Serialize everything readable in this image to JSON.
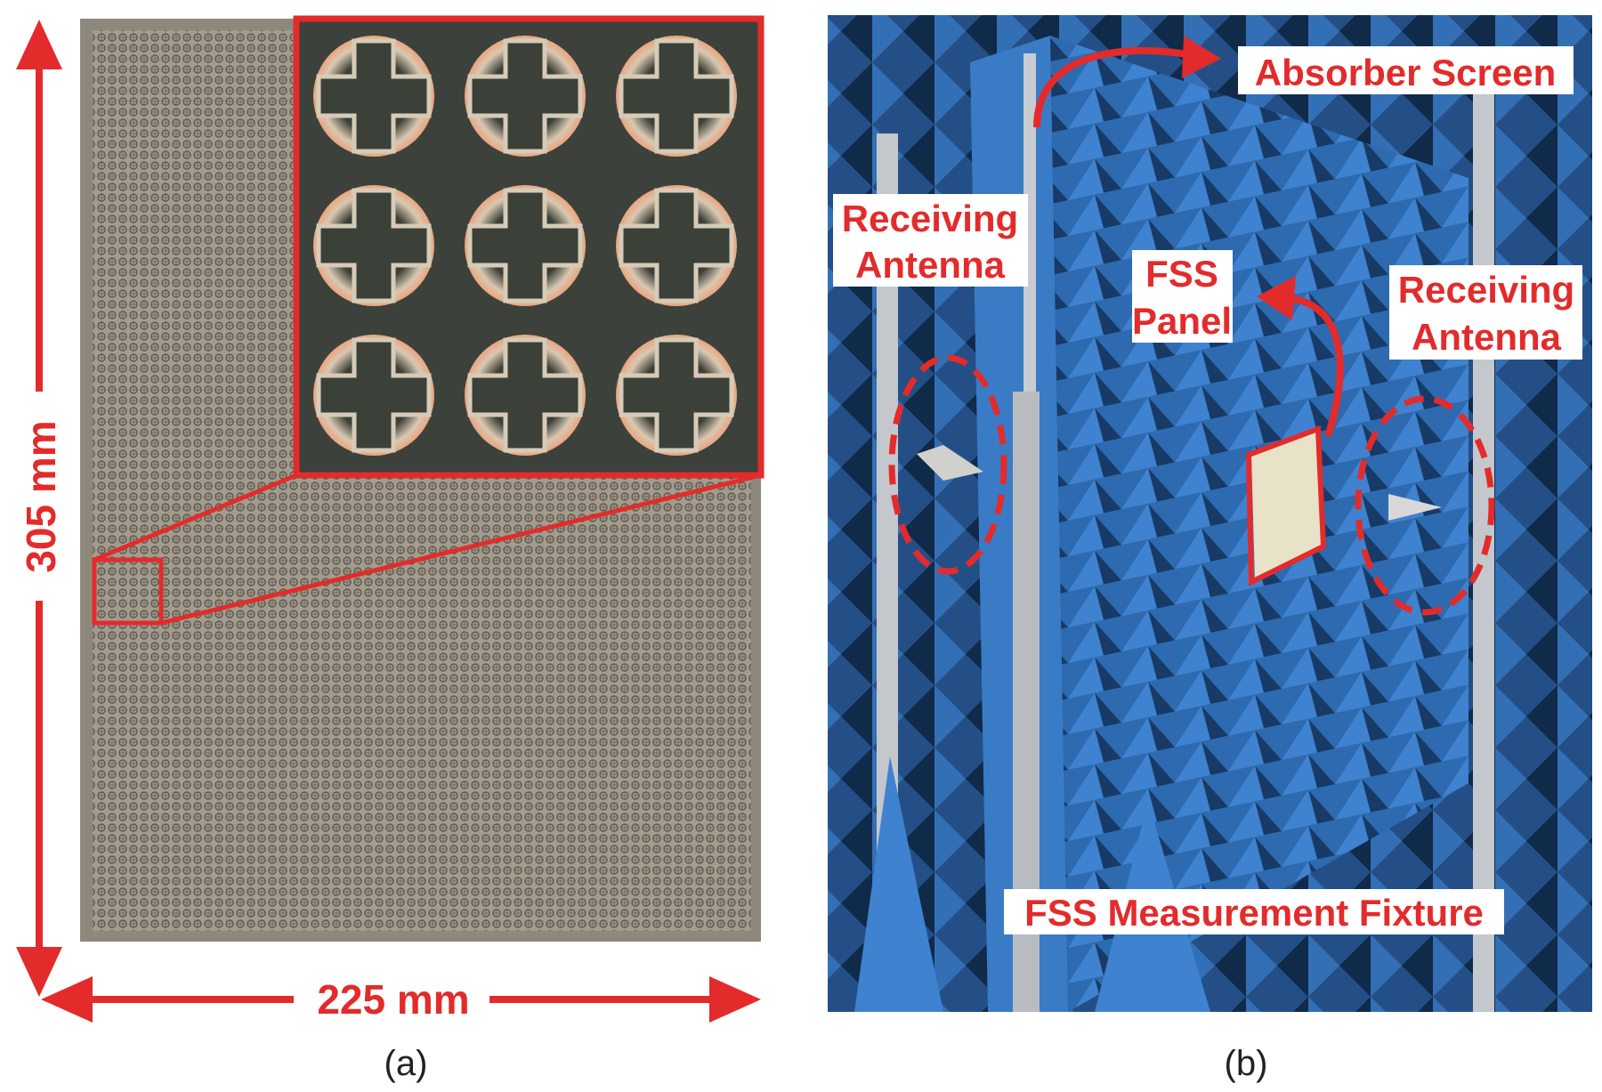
{
  "panel_a": {
    "height_label": "305 mm",
    "width_label": "225 mm",
    "caption": "(a)"
  },
  "panel_b": {
    "labels": {
      "absorber_screen": "Absorber Screen",
      "receiving_antenna_left_1": "Receiving",
      "receiving_antenna_left_2": "Antenna",
      "fss_panel_1": "FSS",
      "fss_panel_2": "Panel",
      "receiving_antenna_right_1": "Receiving",
      "receiving_antenna_right_2": "Antenna",
      "fixture": "FSS Measurement Fixture"
    },
    "caption": "(b)"
  },
  "colors": {
    "annotation": "#e32b2b",
    "absorber": "#2f6fb5",
    "fss_board": "#a19a8b"
  }
}
